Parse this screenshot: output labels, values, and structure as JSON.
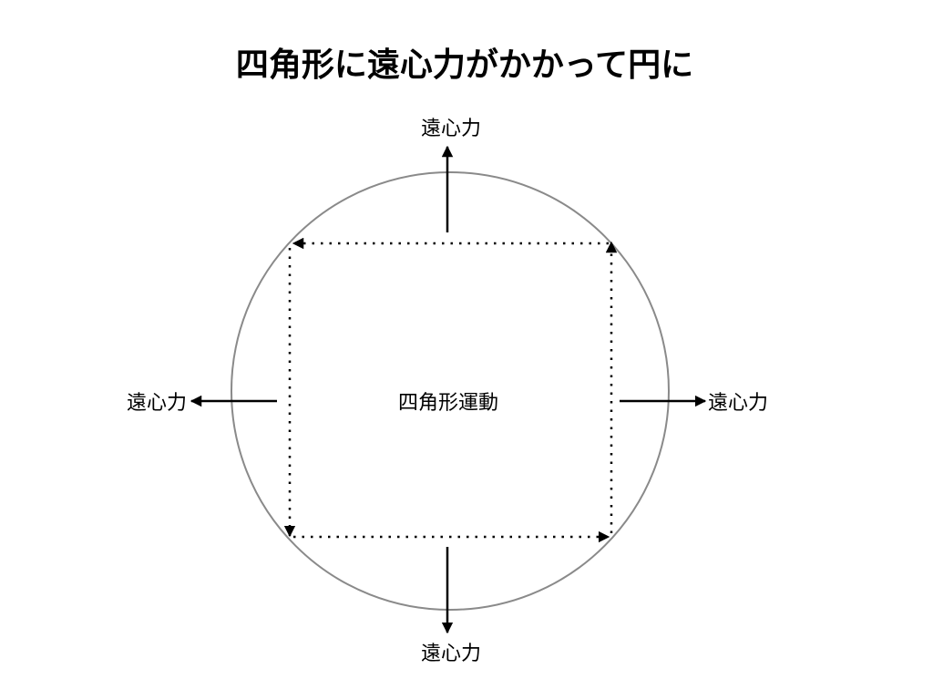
{
  "title": "四角形に遠心力がかかって円に",
  "center_label": "四角形運動",
  "force_labels": {
    "top": "遠心力",
    "bottom": "遠心力",
    "left": "遠心力",
    "right": "遠心力"
  },
  "colors": {
    "circle": "#8a8a8a",
    "ink": "#000000"
  }
}
